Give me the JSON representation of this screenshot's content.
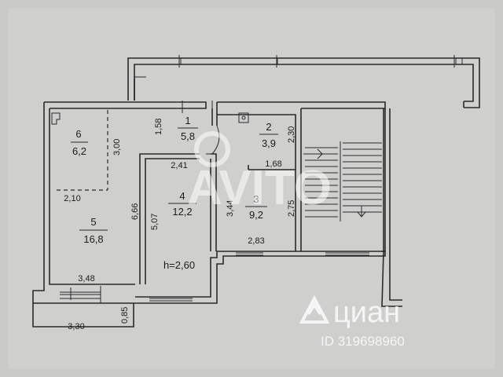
{
  "rooms": [
    {
      "id": "6",
      "area": "6,2"
    },
    {
      "id": "1",
      "area": "5,8"
    },
    {
      "id": "2",
      "area": "3,9"
    },
    {
      "id": "4",
      "area": "12,2"
    },
    {
      "id": "3",
      "area": "9,2"
    },
    {
      "id": "5",
      "area": "16,8"
    }
  ],
  "dimensions": {
    "d300": "3,00",
    "d158": "1,58",
    "d230": "2,30",
    "d168": "1,68",
    "d241": "2,41",
    "d210": "2,10",
    "d666": "6,66",
    "d507": "5,07",
    "d344": "3,44",
    "d275": "2,75",
    "d283": "2,83",
    "d348": "3,48",
    "d330": "3,30",
    "d085": "0,85"
  },
  "height_label": "h=2,60",
  "watermark": {
    "center_logo": "AVITO",
    "brand": "циан",
    "id_text": "ID 319698960"
  },
  "colors": {
    "paper": "#c9cac7",
    "wall": "#2a2a2a",
    "watermark": "#ffffff"
  }
}
